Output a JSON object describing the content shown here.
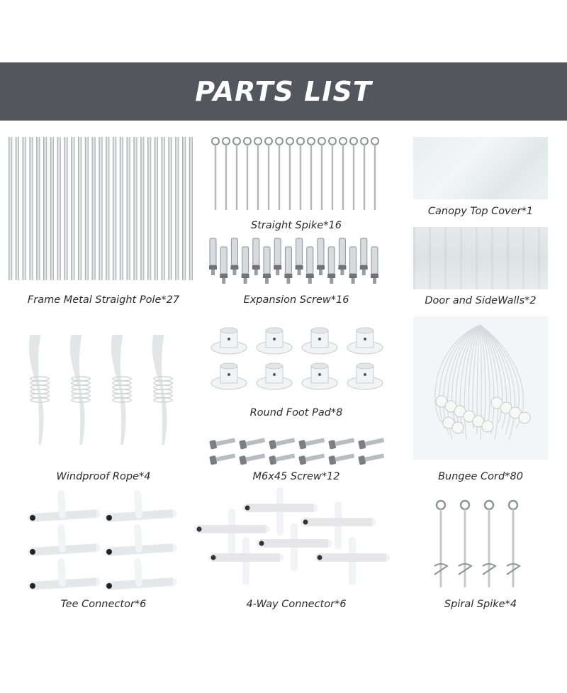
{
  "banner": {
    "title": "PARTS LIST"
  },
  "parts": {
    "poles": "Frame Metal Straight Pole*27",
    "straight_spike": "Straight Spike*16",
    "expansion_screw": "Expansion Screw*16",
    "canopy": "Canopy Top Cover*1",
    "sidewalls": "Door and SideWalls*2",
    "rope": "Windproof Rope*4",
    "foot_pad": "Round Foot Pad*8",
    "m6_screw": "M6x45 Screw*12",
    "bungee": "Bungee Cord*80",
    "tee": "Tee Connector*6",
    "four_way": "4-Way Connector*6",
    "spiral_spike": "Spiral Spike*4"
  },
  "colors": {
    "banner": "#53565d",
    "metal": "#c6c8cc",
    "white_part": "#f2f3f5"
  }
}
